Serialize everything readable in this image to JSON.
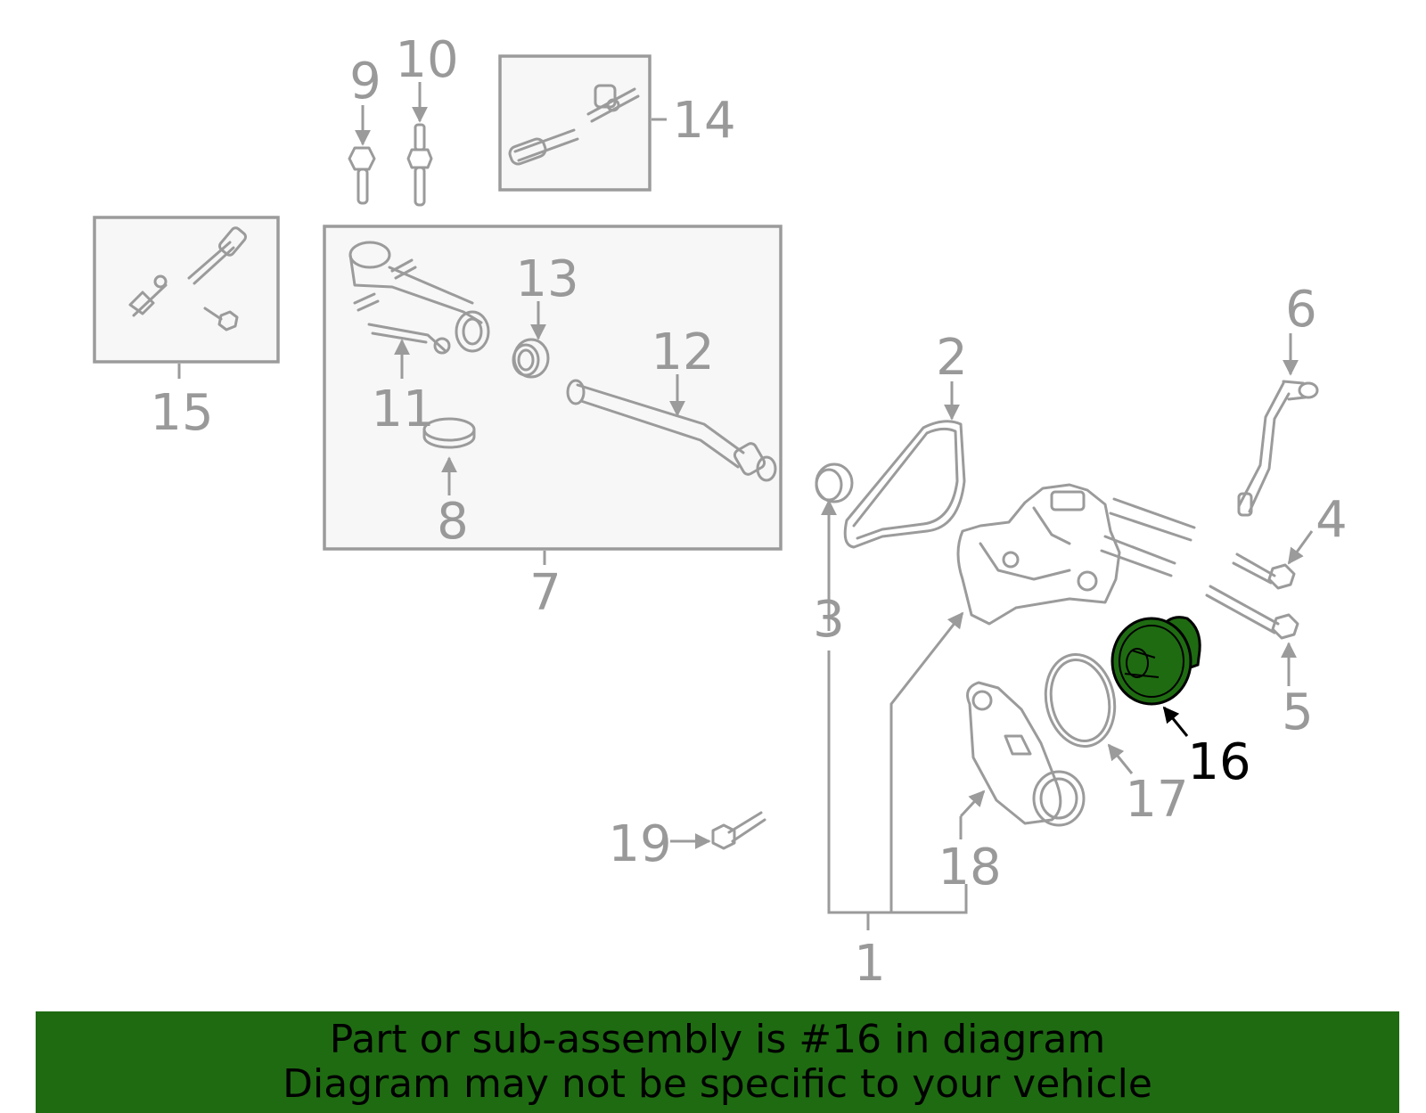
{
  "callouts": {
    "c1": "1",
    "c2": "2",
    "c3": "3",
    "c4": "4",
    "c5": "5",
    "c6": "6",
    "c7": "7",
    "c8": "8",
    "c9": "9",
    "c10": "10",
    "c11": "11",
    "c12": "12",
    "c13": "13",
    "c14": "14",
    "c15": "15",
    "c16": "16",
    "c17": "17",
    "c18": "18",
    "c19": "19"
  },
  "highlight": {
    "part": "16",
    "color": "#1f6b12"
  },
  "banner": {
    "line1": "Part or sub-assembly is #16 in diagram",
    "line2": "Diagram may not be specific to your vehicle",
    "background": "#1f6b12"
  }
}
